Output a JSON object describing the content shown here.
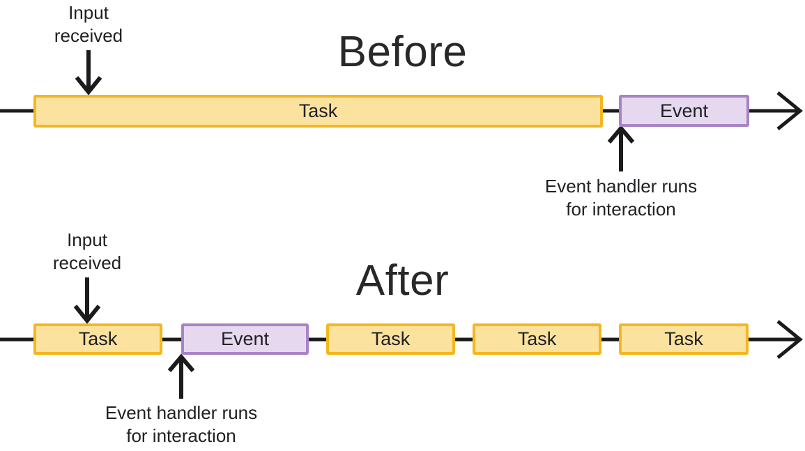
{
  "colors": {
    "task_fill": "#FCE29F",
    "task_border": "#F3B71F",
    "event_fill": "#E6D9EF",
    "event_border": "#A883C6",
    "arrow": "#1B1B1B",
    "text": "#202124"
  },
  "before": {
    "title": "Before",
    "input_label": "Input received",
    "handler_label": "Event handler runs for interaction",
    "boxes": [
      {
        "label": "Task",
        "type": "task"
      },
      {
        "label": "Event",
        "type": "event"
      }
    ]
  },
  "after": {
    "title": "After",
    "input_label": "Input received",
    "handler_label": "Event handler runs for interaction",
    "boxes": [
      {
        "label": "Task",
        "type": "task"
      },
      {
        "label": "Event",
        "type": "event"
      },
      {
        "label": "Task",
        "type": "task"
      },
      {
        "label": "Task",
        "type": "task"
      },
      {
        "label": "Task",
        "type": "task"
      }
    ]
  }
}
